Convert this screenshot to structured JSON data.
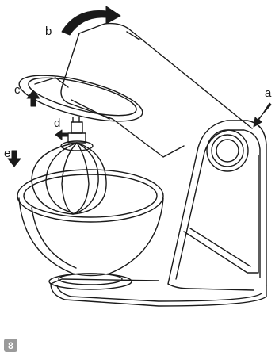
{
  "figure": {
    "number": "8"
  },
  "labels": {
    "a": "a",
    "b": "b",
    "c": "c",
    "d": "d",
    "e": "e"
  },
  "colors": {
    "line": "#1a1a1a",
    "badge": "#9a9a9a",
    "background": "#ffffff"
  },
  "icons": {
    "arrow_a": "arrow-down-left-icon",
    "arrow_b": "curved-arrow-right-icon",
    "arrow_c": "arrow-up-icon",
    "arrow_d": "arrow-left-icon",
    "arrow_e": "arrow-down-icon"
  }
}
